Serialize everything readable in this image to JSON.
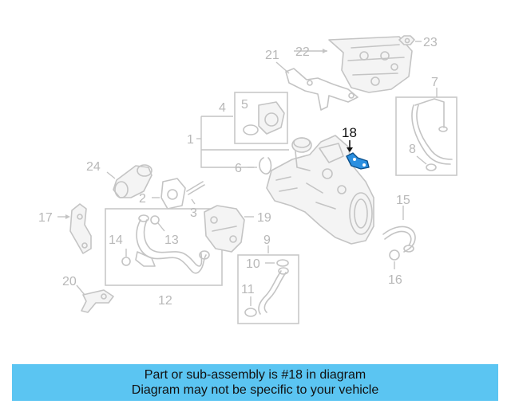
{
  "highlight_color": "#2b8fe0",
  "banner_color": "#5bc5f2",
  "labels": {
    "p1": "1",
    "p2": "2",
    "p3": "3",
    "p4": "4",
    "p5": "5",
    "p6": "6",
    "p7": "7",
    "p8": "8",
    "p9": "9",
    "p10": "10",
    "p11": "11",
    "p12": "12",
    "p13": "13",
    "p14": "14",
    "p15": "15",
    "p16": "16",
    "p17": "17",
    "p18": "18",
    "p19": "19",
    "p20": "20",
    "p21": "21",
    "p22": "22",
    "p23": "23",
    "p24": "24"
  },
  "banner": {
    "line1": "Part or sub-assembly is #18 in diagram",
    "line2": "Diagram may not be specific to your vehicle"
  }
}
